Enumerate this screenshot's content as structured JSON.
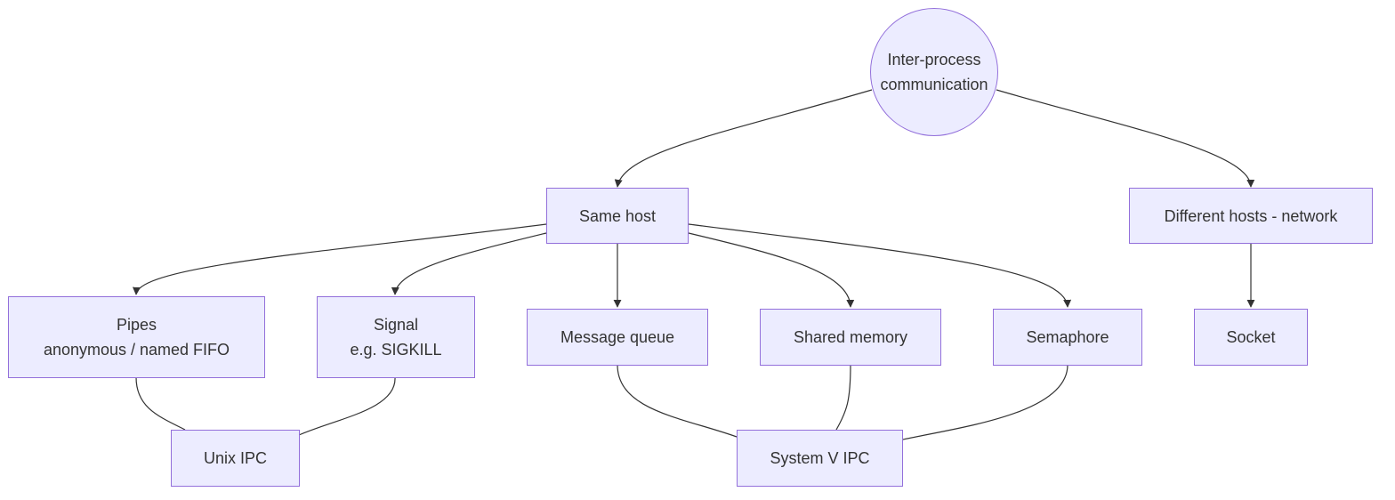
{
  "diagram": {
    "type": "flowchart",
    "nodes": {
      "ipc": {
        "lines": [
          "Inter-process",
          "communication"
        ]
      },
      "same_host": {
        "lines": [
          "Same host"
        ]
      },
      "different_hosts": {
        "lines": [
          "Different hosts - network"
        ]
      },
      "pipes": {
        "lines": [
          "Pipes",
          "anonymous / named FIFO"
        ]
      },
      "signal": {
        "lines": [
          "Signal",
          "e.g. SIGKILL"
        ]
      },
      "message_queue": {
        "lines": [
          "Message queue"
        ]
      },
      "shared_memory": {
        "lines": [
          "Shared memory"
        ]
      },
      "semaphore": {
        "lines": [
          "Semaphore"
        ]
      },
      "socket": {
        "lines": [
          "Socket"
        ]
      },
      "unix_ipc": {
        "lines": [
          "Unix IPC"
        ]
      },
      "system_v_ipc": {
        "lines": [
          "System V IPC"
        ]
      }
    },
    "edges": [
      {
        "from": "ipc",
        "to": "same_host",
        "arrow": true
      },
      {
        "from": "ipc",
        "to": "different_hosts",
        "arrow": true
      },
      {
        "from": "same_host",
        "to": "pipes",
        "arrow": true
      },
      {
        "from": "same_host",
        "to": "signal",
        "arrow": true
      },
      {
        "from": "same_host",
        "to": "message_queue",
        "arrow": true
      },
      {
        "from": "same_host",
        "to": "shared_memory",
        "arrow": true
      },
      {
        "from": "same_host",
        "to": "semaphore",
        "arrow": true
      },
      {
        "from": "different_hosts",
        "to": "socket",
        "arrow": true
      },
      {
        "from": "pipes",
        "to": "unix_ipc",
        "arrow": false
      },
      {
        "from": "signal",
        "to": "unix_ipc",
        "arrow": false
      },
      {
        "from": "message_queue",
        "to": "system_v_ipc",
        "arrow": false
      },
      {
        "from": "shared_memory",
        "to": "system_v_ipc",
        "arrow": false
      },
      {
        "from": "semaphore",
        "to": "system_v_ipc",
        "arrow": false
      }
    ],
    "colors": {
      "node_fill": "#ececff",
      "node_border": "#9370db",
      "edge": "#333333",
      "text": "#333333"
    }
  }
}
